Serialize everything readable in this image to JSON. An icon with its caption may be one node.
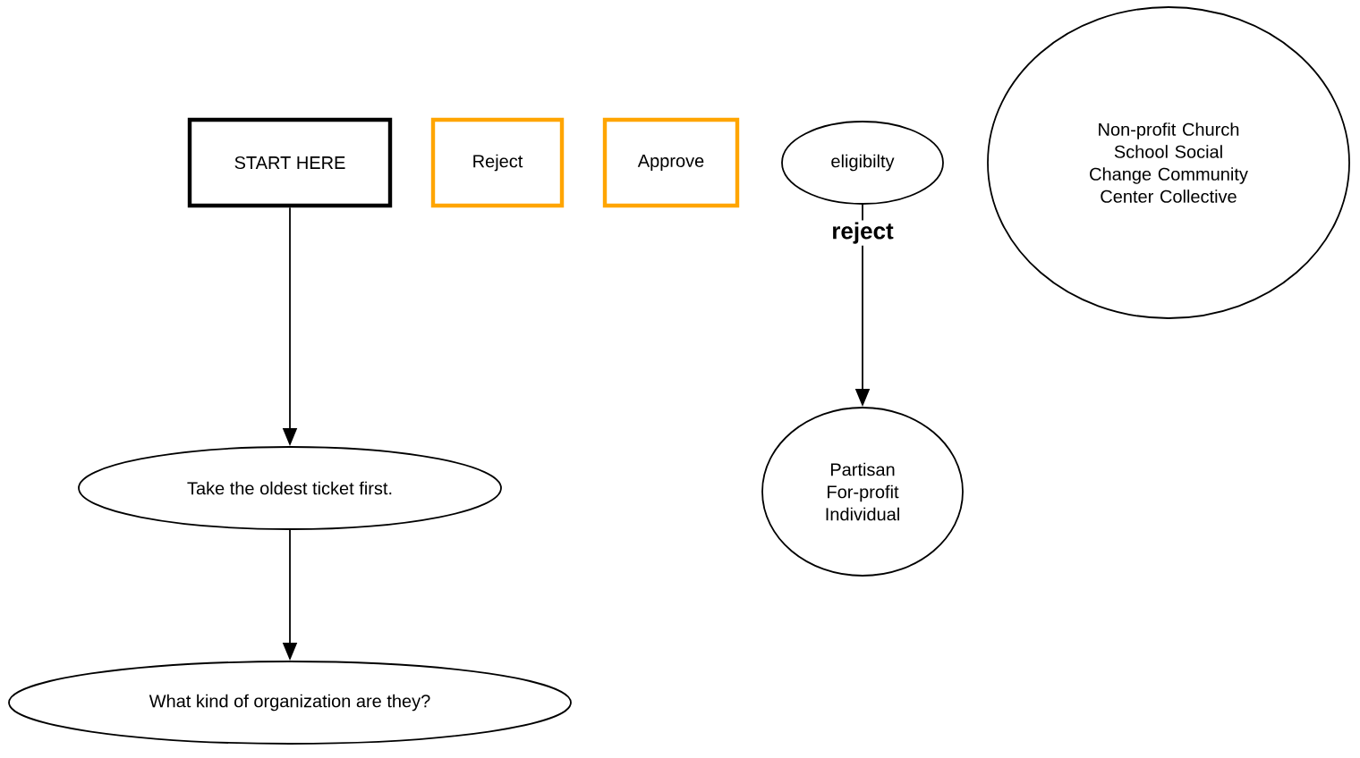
{
  "diagram": {
    "nodes": [
      {
        "text": [
          "START HERE"
        ]
      },
      {
        "text": [
          "Reject"
        ]
      },
      {
        "text": [
          "Approve"
        ]
      },
      {
        "text": [
          "eligibilty"
        ]
      },
      {
        "text": [
          "Non-profit Church School Social Change Community Center Collective"
        ]
      },
      {
        "text": [
          "Take the oldest ticket first."
        ]
      },
      {
        "text": [
          "Partisan For-profit Individual"
        ]
      },
      {
        "text": [
          "What kind of organization are they?"
        ]
      }
    ],
    "edges": [
      {
        "from": 0,
        "to": 5,
        "arrow": "to"
      },
      {
        "from": 5,
        "to": 7,
        "arrow": "to"
      },
      {
        "from": 3,
        "to": 6,
        "arrow": "to",
        "label": "reject"
      }
    ]
  }
}
